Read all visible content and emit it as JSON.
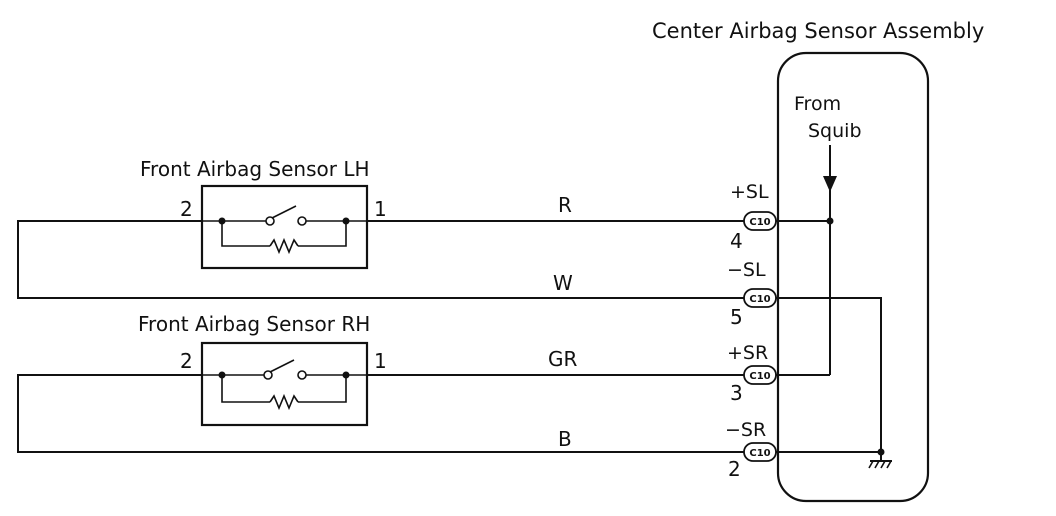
{
  "assembly": {
    "title": "Center Airbag Sensor Assembly",
    "squib_label_line1": "From",
    "squib_label_line2": "Squib"
  },
  "sensors": [
    {
      "name": "Front Airbag Sensor LH",
      "pin_left": "2",
      "pin_right": "1"
    },
    {
      "name": "Front Airbag Sensor RH",
      "pin_left": "2",
      "pin_right": "1"
    }
  ],
  "wires": [
    {
      "color": "R",
      "terminal": "+SL",
      "connector": "C10",
      "pin": "4"
    },
    {
      "color": "W",
      "terminal": "−SL",
      "connector": "C10",
      "pin": "5"
    },
    {
      "color": "GR",
      "terminal": "+SR",
      "connector": "C10",
      "pin": "3"
    },
    {
      "color": "B",
      "terminal": "−SR",
      "connector": "C10",
      "pin": "2"
    }
  ],
  "icons": {
    "ground": "ground-symbol-icon",
    "switch": "switch-icon",
    "resistor": "resistor-icon",
    "arrow": "arrow-down-icon"
  }
}
